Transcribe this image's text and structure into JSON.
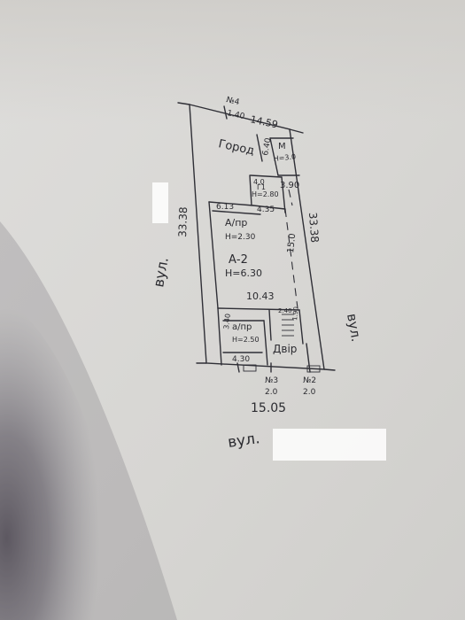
{
  "plan": {
    "street_left": "вул.",
    "street_right": "вул.",
    "street_bottom": "вул.",
    "dim_left": "33.38",
    "dim_right": "33.38",
    "dim_top_a": "1.40",
    "dim_top_b": "14.59",
    "dim_bottom": "15.05",
    "dim_garden_h": "6.40",
    "dim_mid_a": "3.90",
    "dim_mid_b": "4.0",
    "dim_mid_c": "4.35",
    "dim_main_w": "6.13",
    "dim_inner_h": "15.0",
    "dim_house_w": "10.43",
    "dim_side_a": "3.40",
    "dim_base": "4.30",
    "dim_step": "2.40",
    "dim_yard_small": "1.90",
    "gate_n4": "№4",
    "gate_n3": "№3",
    "gate_n2": "№2",
    "gate_w1": "2.0",
    "gate_w2": "2.0",
    "room_garden": "Город",
    "room_m": "М",
    "room_m_height": "Н=3.0",
    "room_g1": "Г1",
    "room_g1_height": "Н=2.80",
    "room_a_top": "А/пр",
    "room_a_top_height": "Н=2.30",
    "room_a2": "А-2",
    "room_a2_height": "Н=6.30",
    "room_a_bottom": "а/пр",
    "room_a_bottom_height": "Н=2.50",
    "room_yard": "Двір"
  }
}
